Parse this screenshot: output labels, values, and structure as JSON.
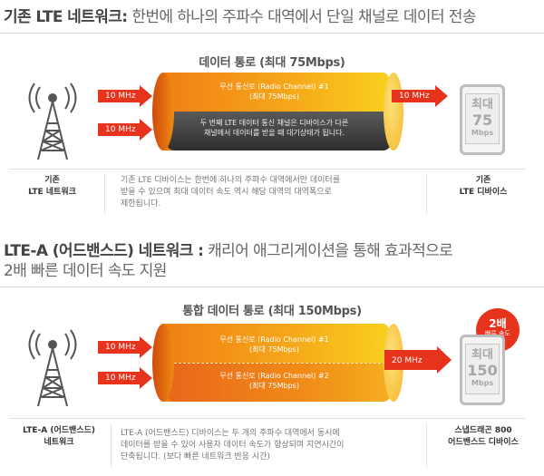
{
  "section1": {
    "title_bold": "기존 LTE 네트워크:",
    "title_rest": " 한번에 하나의 주파수 대역에서 단일 채널로 데이터 전송",
    "diagram_title": "데이터 통로 (최대 75Mbps)",
    "arrows": [
      "10 MHz",
      "10 MHz"
    ],
    "out_arrow": "10 MHz",
    "channel1_line1": "무선 통신로 (Radio Channel) #1",
    "channel1_line2": "(최대 75Mbps)",
    "channel2_line1": "두 번째 LTE 데이터 통신 채널은 디바이스가 다른",
    "channel2_line2": "채널에서 데이터를 받을 때 대기상태가 됩니다.",
    "device": {
      "l1": "최대",
      "l2": "75",
      "l3": "Mbps"
    },
    "left_caption_1": "기존",
    "left_caption_2": "LTE 네트워크",
    "mid_caption_1": "기존 LTE 디바이스는 한번에 하나의 주파수 대역에서만 데이터를",
    "mid_caption_2": "받을 수 있으며 최대 데이터 속도 역시 해당 대역의 대역폭으로",
    "mid_caption_3": "제한됩니다.",
    "right_caption_1": "기존",
    "right_caption_2": "LTE 디바이스"
  },
  "section2": {
    "title_bold": "LTE-A (어드밴스드) 네트워크 :",
    "title_rest": " 캐리어 애그리게이션을 통해 효과적으로",
    "title_line2": "2배 빠른 데이터 속도 지원",
    "diagram_title": "통합 데이터 통로 (최대 150Mbps)",
    "arrows": [
      "10 MHz",
      "10 MHz"
    ],
    "out_arrow": "20 MHz",
    "channel1_line1": "무선 통신로 (Radio Channel) #1",
    "channel1_line2": "(최대 75Mbps)",
    "channel2_line1": "무선 통신로 (Radio Channel) #2",
    "channel2_line2": "(최대 75Mbps)",
    "badge_main": "2배",
    "badge_sub": "빠른 속도",
    "device": {
      "l1": "최대",
      "l2": "150",
      "l3": "Mbps"
    },
    "left_caption_1": "LTE-A (어드밴스드)",
    "left_caption_2": "네트워크",
    "mid_caption_1": "LTE-A (어드밴스드) 디바이스는 두 개의 주파수 대역에서 동시에",
    "mid_caption_2": "데이터를 받을 수 있어 사용자 데이터 속도가 향상되며 지연시간이",
    "mid_caption_3": "단축됩니다. (보다 빠른 네트워크 반응 시간)",
    "right_caption_1": "스냅드래곤 800",
    "right_caption_2": "어드밴스드 디바이스"
  },
  "colors": {
    "accent": "#e8331c",
    "orange": "#f28c18",
    "yellow": "#f9d21e",
    "gray_pipe": "#4a4a4a"
  }
}
